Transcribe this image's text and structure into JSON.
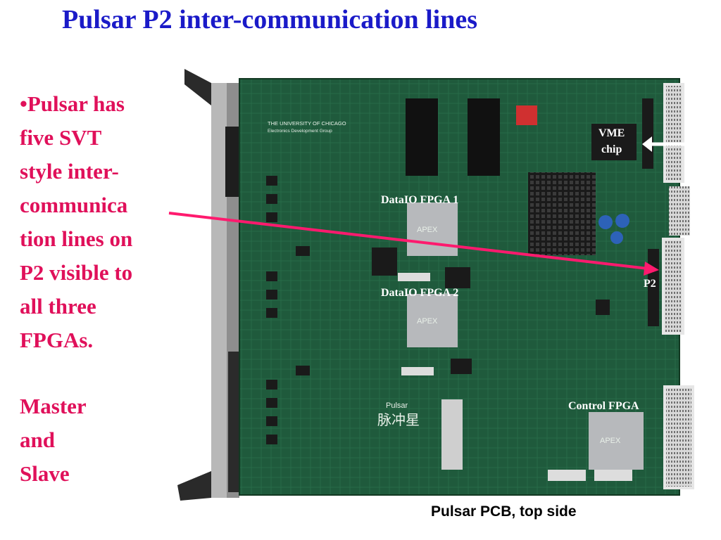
{
  "title": "Pulsar P2 inter-communication lines",
  "bullet_lines": [
    "•Pulsar has",
    "five SVT",
    "style inter-",
    "communica",
    "tion lines on",
    "P2 visible to",
    "all three",
    "FPGAs."
  ],
  "master_lines": [
    "Master",
    "and",
    "Slave"
  ],
  "labels": {
    "vme": "VME",
    "chip": "chip",
    "dataio1": "DataIO FPGA 1",
    "dataio2": "DataIO FPGA 2",
    "p2": "P2",
    "control": "Control FPGA"
  },
  "silkscreen": {
    "university": "THE UNIVERSITY OF CHICAGO",
    "group": "Electronics Development Group",
    "pulsar": "Pulsar",
    "chinese": "脉冲星",
    "apex": "APEX"
  },
  "caption": "Pulsar PCB, top side",
  "colors": {
    "title": "#1a1ac8",
    "bullet": "#e0105a",
    "arrow": "#ff1a6e",
    "pcb": "#1f5a3c",
    "label": "#ffffff"
  }
}
